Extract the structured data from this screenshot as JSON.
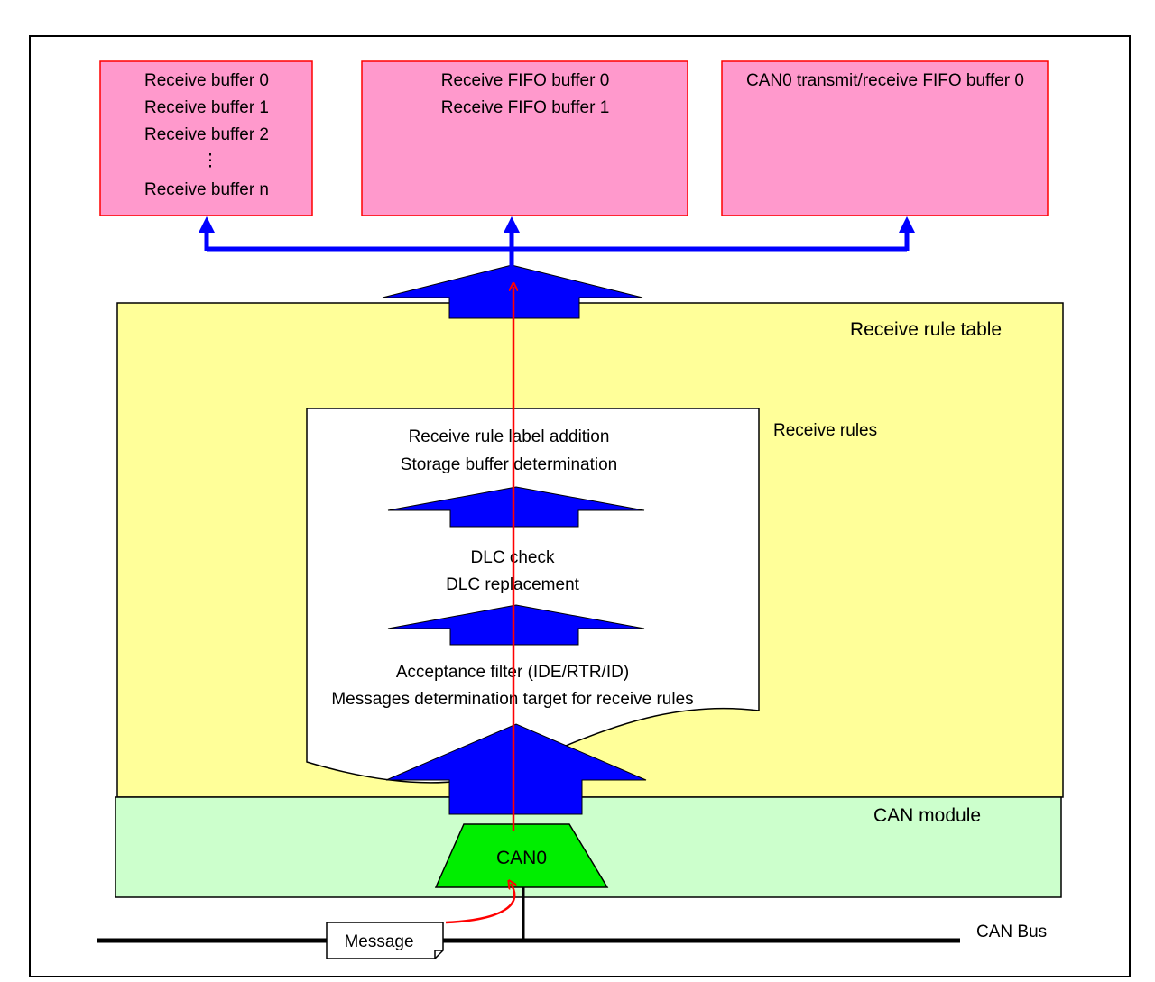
{
  "colors": {
    "buffer_fill": "#ff99cc",
    "buffer_border": "#ff0000",
    "rule_table_fill": "#ffff99",
    "can_module_fill": "#ccffcc",
    "can0_fill": "#00ee00",
    "arrow_blue": "#0000ff",
    "message_path": "#ff0000",
    "rules_page_fill": "#ffffff"
  },
  "buffers": {
    "receive_buffers": [
      "Receive buffer 0",
      "Receive buffer 1",
      "Receive buffer 2",
      "⋮",
      "Receive buffer n"
    ],
    "receive_fifo_buffers": [
      "Receive FIFO buffer 0",
      "Receive FIFO buffer 1"
    ],
    "tx_rx_fifo_buffers": [
      "CAN0 transmit/receive FIFO buffer 0"
    ]
  },
  "receive_rule_table": {
    "label": "Receive rule table"
  },
  "receive_rules": {
    "label": "Receive rules",
    "stage_top": [
      "Receive rule label addition",
      "Storage buffer determination"
    ],
    "stage_middle": [
      "DLC check",
      "DLC replacement"
    ],
    "stage_bottom": [
      "Acceptance filter (IDE/RTR/ID)",
      "Messages determination target for receive rules"
    ]
  },
  "can_module": {
    "label": "CAN module",
    "channel": "CAN0"
  },
  "can_bus": {
    "label": "CAN Bus",
    "message_label": "Message"
  }
}
